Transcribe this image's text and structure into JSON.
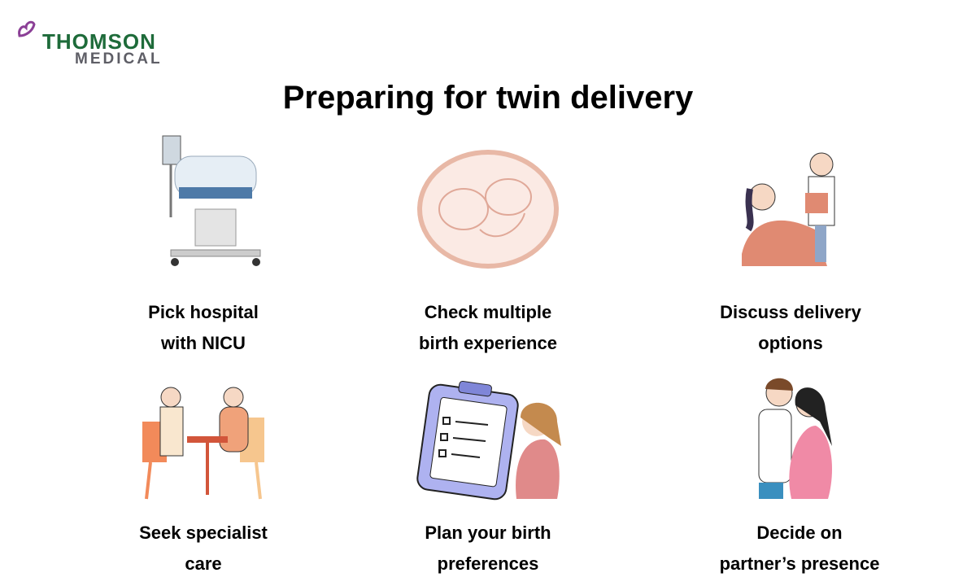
{
  "brand": {
    "name_line1": "THOMSON",
    "name_line2": "MEDICAL",
    "colors": {
      "green": "#1e6b3a",
      "grey": "#5e5e66",
      "purple": "#8b3f96"
    }
  },
  "title": "Preparing for twin delivery",
  "items": [
    {
      "line1": "Pick hospital",
      "line2": "with NICU",
      "icon": "incubator-icon"
    },
    {
      "line1": "Check multiple",
      "line2": "birth experience",
      "icon": "twins-womb-icon"
    },
    {
      "line1": "Discuss delivery",
      "line2": "options",
      "icon": "doctor-consultation-icon"
    },
    {
      "line1": "Seek specialist",
      "line2": "care",
      "icon": "blood-pressure-check-icon"
    },
    {
      "line1": "Plan your birth",
      "line2": "preferences",
      "icon": "clipboard-checklist-icon"
    },
    {
      "line1": "Decide on",
      "line2": "partner’s presence",
      "icon": "couple-icon"
    }
  ]
}
